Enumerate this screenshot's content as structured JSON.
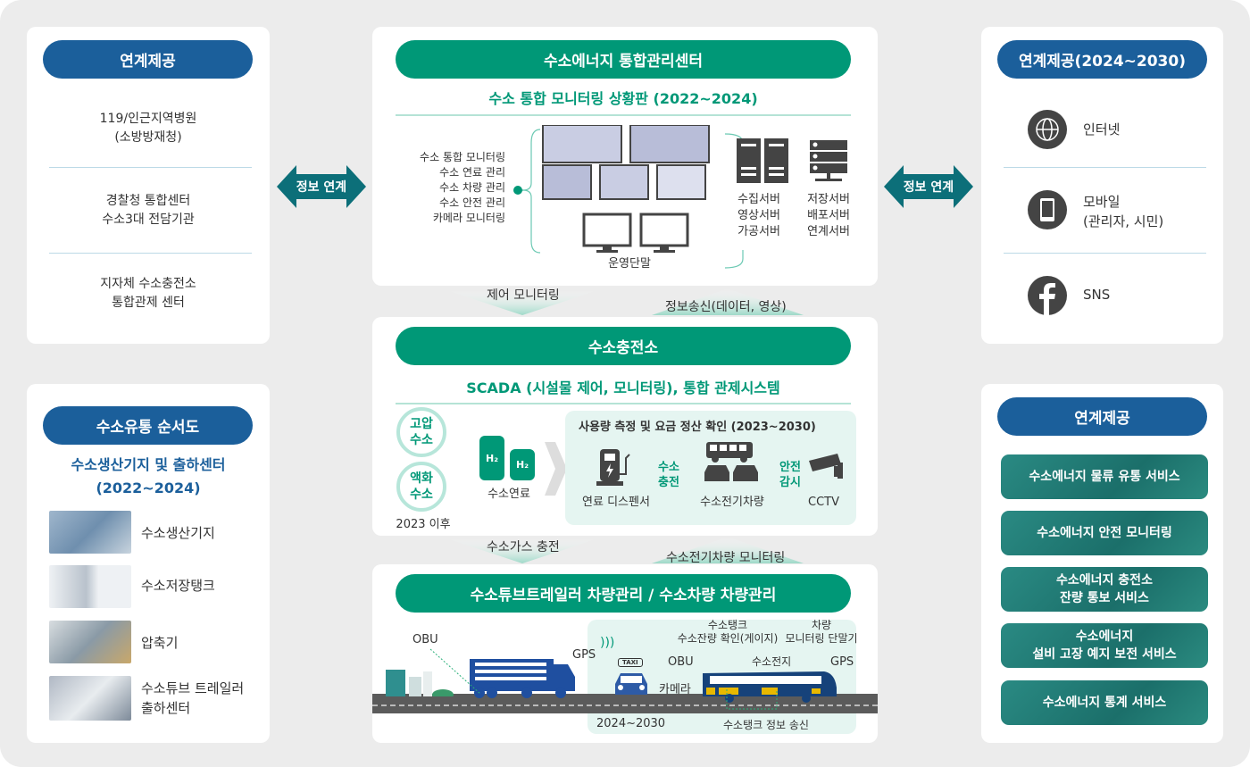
{
  "left_top": {
    "title": "연계제공",
    "items": [
      "119/인근지역병원\n(소방방재청)",
      "경찰청 통합센터\n수소3대 전담기관",
      "지자체 수소충전소\n통합관제 센터"
    ]
  },
  "left_bottom": {
    "title": "수소유통 순서도",
    "subtitle": "수소생산기지 및 출하센터\n(2022~2024)",
    "items": [
      "수소생산기지",
      "수소저장탱크",
      "압축기",
      "수소튜브 트레일러\n출하센터"
    ]
  },
  "link_left": "정보 연계",
  "link_right": "정보 연계",
  "center_top": {
    "title": "수소에너지 통합관리센터",
    "subtitle": "수소 통합 모니터링 상황판 (2022~2024)",
    "functions": [
      "수소 통합 모니터링",
      "수소 연료 관리",
      "수소 차량 관리",
      "수소 안전 관리",
      "카메라 모니터링"
    ],
    "terminal_label": "운영단말",
    "servers_a": "수집서버\n영상서버\n가공서버",
    "servers_b": "저장서버\n배포서버\n연계서버"
  },
  "flow_1": {
    "down": "제어 모니터링",
    "up": "정보송신(데이터, 영상)"
  },
  "center_mid": {
    "title": "수소충전소",
    "subtitle": "SCADA (시설물 제어, 모니터링), 통합 관제시스템",
    "circle_1": "고압\n수소",
    "circle_2": "액화\n수소",
    "after": "2023 이후",
    "fuel": "수소연료",
    "h2": "H₂",
    "box_title": "사용량 측정 및 요금 정산 확인 (2023~2030)",
    "dispenser": "연료 디스펜서",
    "charge": "수소\n충전",
    "vehicle": "수소전기차량",
    "safety": "안전\n감시",
    "cctv": "CCTV"
  },
  "flow_2": {
    "down": "수소가스 충전",
    "up": "수소전기차량 모니터링"
  },
  "center_bottom": {
    "title": "수소튜브트레일러 차량관리 / 수소차량 차량관리",
    "obu1": "OBU",
    "gps1": "GPS",
    "taxi": "TAXI",
    "obu2": "OBU",
    "camera": "카메라",
    "tank": "수소탱크\n수소잔량 확인(게이지)",
    "terminal": "차량\n모니터링 단말기",
    "fuelcell": "수소전지",
    "gps2": "GPS",
    "period": "2024~2030",
    "tank_info": "수소탱크 정보 송신"
  },
  "right_top": {
    "title": "연계제공(2024~2030)",
    "items": [
      {
        "icon": "globe-icon",
        "label": "인터넷"
      },
      {
        "icon": "mobile-icon",
        "label": "모바일\n(관리자, 시민)"
      },
      {
        "icon": "facebook-icon",
        "label": "SNS"
      }
    ]
  },
  "right_bottom": {
    "title": "연계제공",
    "services": [
      "수소에너지 물류 유통 서비스",
      "수소에너지 안전 모니터링",
      "수소에너지 충전소\n잔량 통보 서비스",
      "수소에너지\n설비 고장 예지 보전 서비스",
      "수소에너지 통계 서비스"
    ]
  },
  "colors": {
    "blue": "#1b5f9b",
    "green": "#009877",
    "mint": "#e5f5f1"
  }
}
